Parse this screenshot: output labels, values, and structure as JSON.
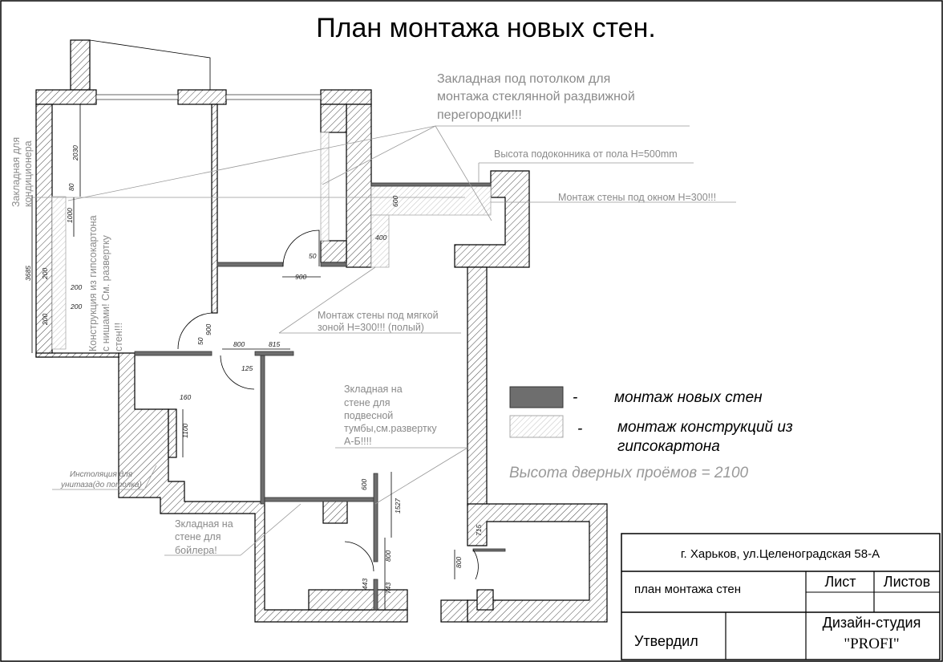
{
  "title": "План монтажа новых стен.",
  "notes": {
    "ceiling_embed": [
      "Закладная под потолком для",
      "монтажа стеклянной раздвижной",
      "перегородки!!!"
    ],
    "sill_height": "Высота подоконника от пола H=500mm",
    "wall_under_window": "Монтаж стены под окном H=300!!!",
    "soft_zone": [
      "Монтаж стены под мягкой",
      "зоной  H=300!!! (полый)"
    ],
    "ac_embed": [
      "Закладная для",
      "кондиционера"
    ],
    "gk_construction": [
      "Конструкция из гипсокартона",
      "с нишами! См. развертку",
      "стен!!!"
    ],
    "cabinet_embed": [
      "Зкладная на",
      "стене для",
      "подвесной",
      "тумбы,см.развертку",
      "А-Б!!!!"
    ],
    "toilet_install": [
      "Инстоляция для",
      "унитаза(до потолка)"
    ],
    "boiler_embed": [
      "Зкладная на",
      "стене для",
      "бойлера!"
    ]
  },
  "dimensions": {
    "d2030": "2030",
    "d80": "80",
    "d1000": "1000",
    "d3685": "3685",
    "d200a": "200",
    "d200b": "200",
    "d200c": "200",
    "d200d": "200",
    "d600w": "600",
    "d400": "400",
    "d50a": "50",
    "d900a": "900",
    "d900b": "900",
    "d50b": "50",
    "d800a": "800",
    "d815": "815",
    "d125": "125",
    "d160": "160",
    "d1100": "1100",
    "d600b": "600",
    "d1527": "1527",
    "d800b": "800",
    "d443": "443",
    "d743": "743",
    "d715": "715",
    "d800c": "800"
  },
  "legend": {
    "dash1": "-",
    "new_walls": "монтаж новых стен",
    "dash2": "-",
    "gk_line1": "монтаж конструкций из",
    "gk_line2": "гипсокартона",
    "door_height": "Высота дверных проёмов = 2100",
    "colors": {
      "new_wall": "#6e6e6e",
      "gk_hatch": "#b0b0b0",
      "note_text": "#8a8a8a"
    }
  },
  "title_block": {
    "address": "г. Харьков, ул.Целеноградская 58-А",
    "sheet_name": "план монтажа стен",
    "sheet": "Лист",
    "sheets": "Листов",
    "approved": "Утвердил",
    "studio": "Дизайн-студия",
    "studio_name": "\"PROFI\""
  }
}
